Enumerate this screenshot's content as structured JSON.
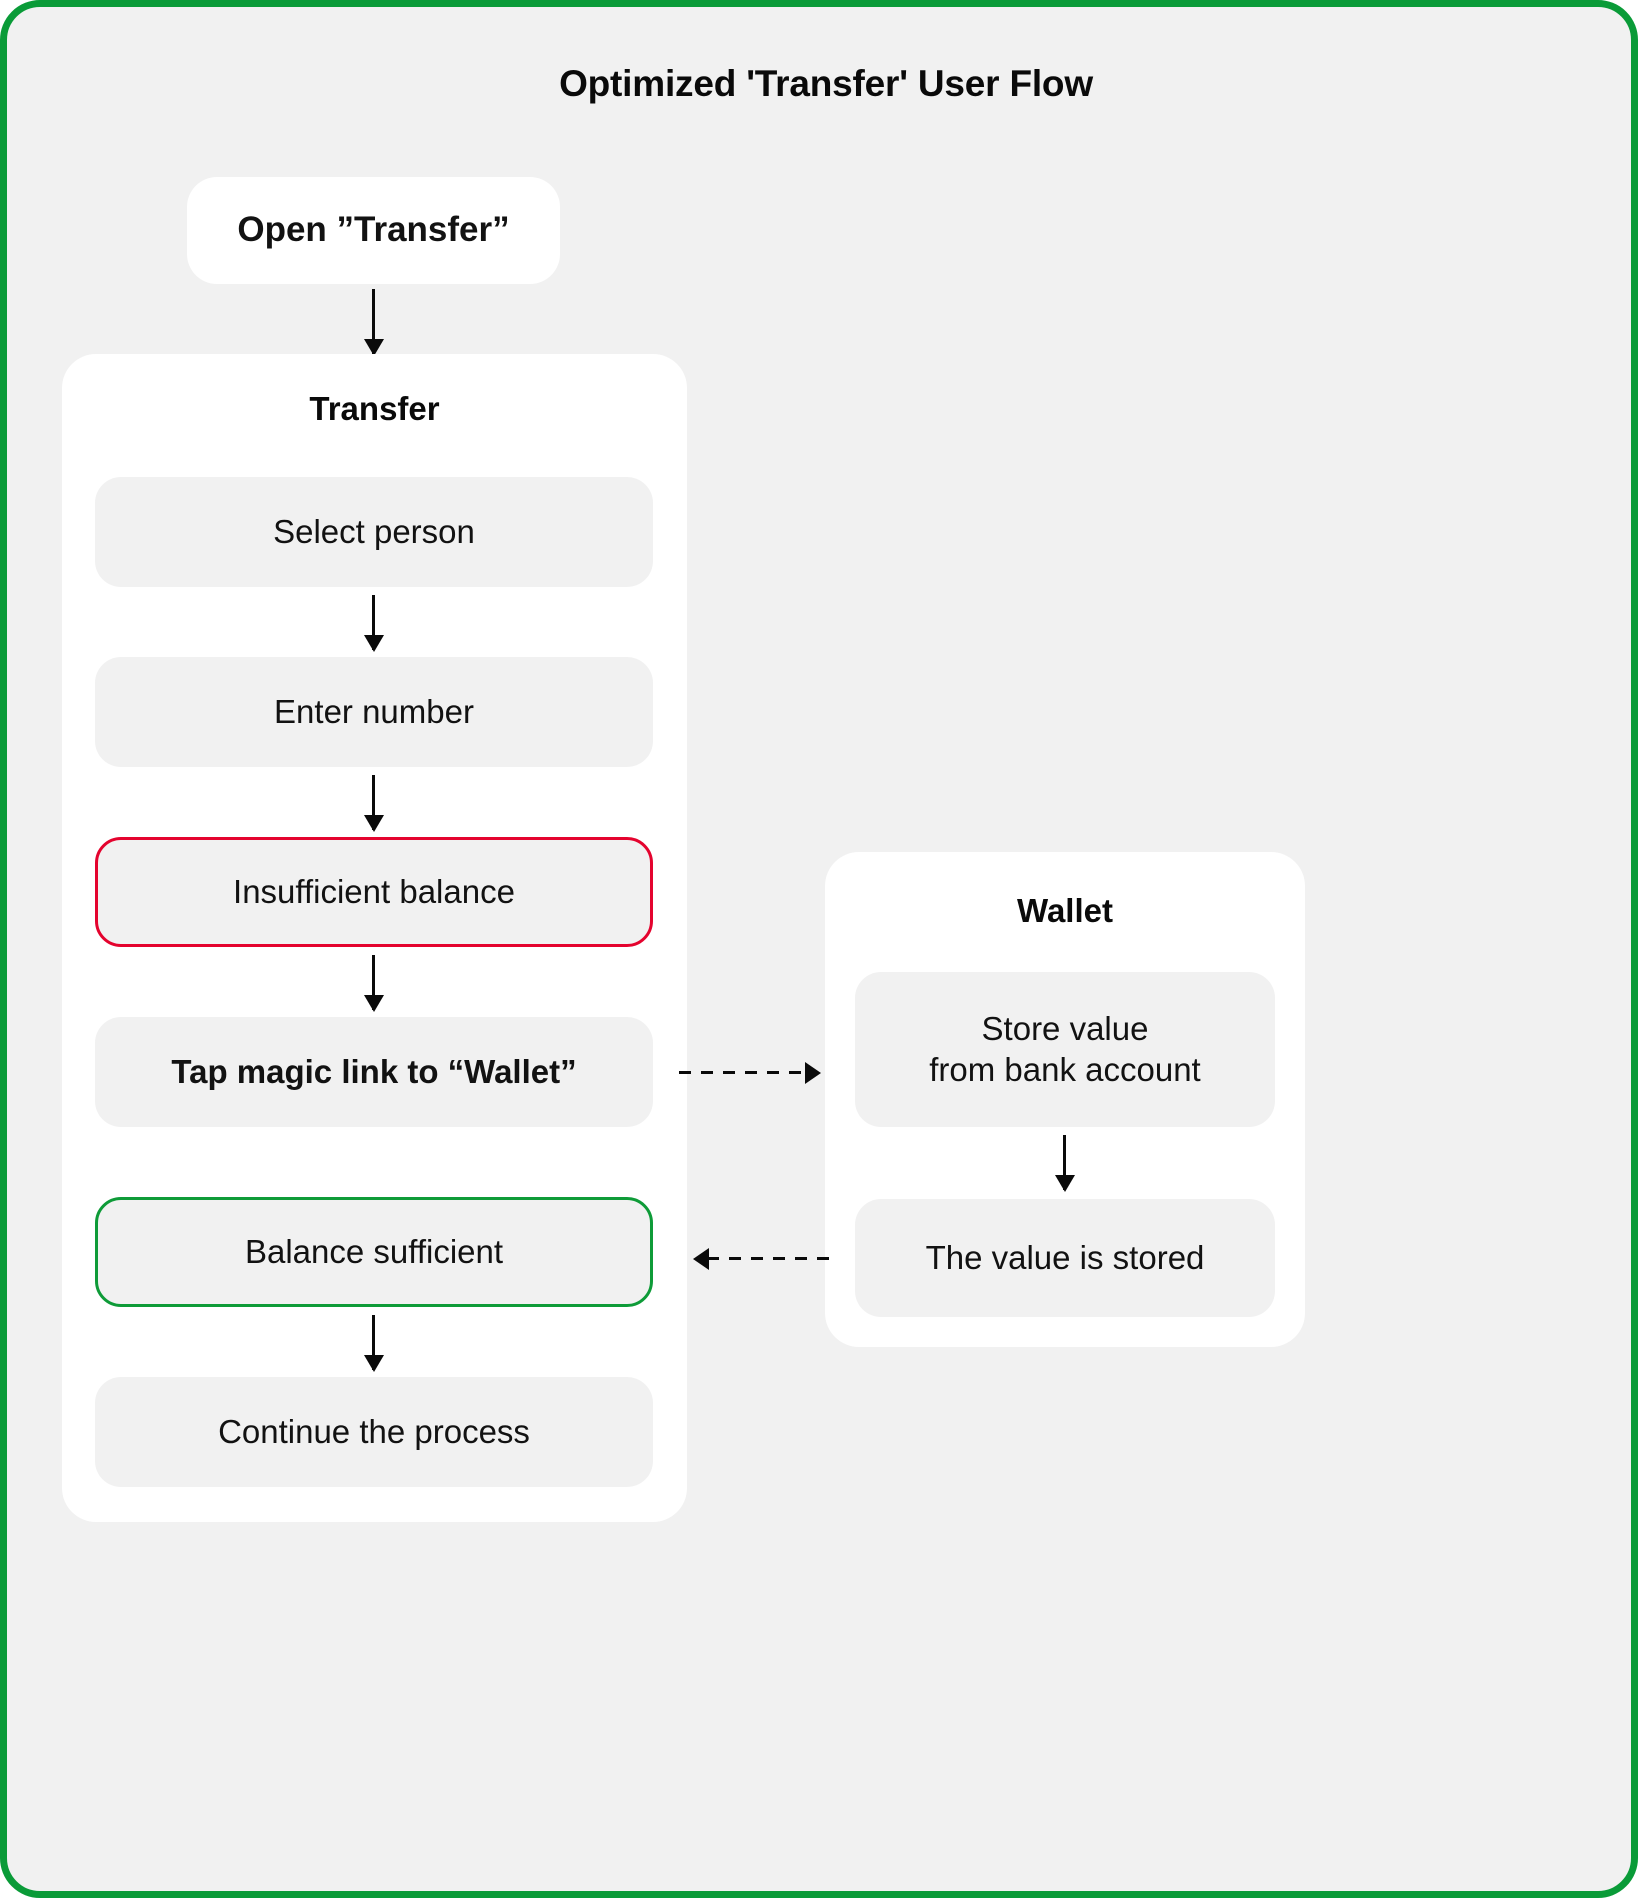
{
  "diagram": {
    "title": "Optimized 'Transfer' User Flow",
    "frame_border_color": "#0A9B38",
    "canvas_color": "#F1F1F1"
  },
  "entry_node": {
    "label": "Open ”Transfer”"
  },
  "transfer_panel": {
    "title": "Transfer",
    "steps": [
      {
        "label": "Select person",
        "state": "default"
      },
      {
        "label": "Enter number",
        "state": "default"
      },
      {
        "label": "Insufficient balance",
        "state": "error",
        "border_color": "#E4032E"
      },
      {
        "label": "Tap magic link to “Wallet”",
        "state": "emphasis"
      },
      {
        "label": "Balance sufficient",
        "state": "success",
        "border_color": "#0E9B38"
      },
      {
        "label": "Continue the process",
        "state": "default"
      }
    ]
  },
  "wallet_panel": {
    "title": "Wallet",
    "steps": [
      {
        "label": "Store value\nfrom bank account",
        "line1": "Store value",
        "line2": "from bank account"
      },
      {
        "label": "The value is stored"
      }
    ]
  },
  "connectors": {
    "to_wallet": "dashed-arrow-right",
    "from_wallet": "dashed-arrow-left",
    "vertical": "solid-arrow-down"
  }
}
